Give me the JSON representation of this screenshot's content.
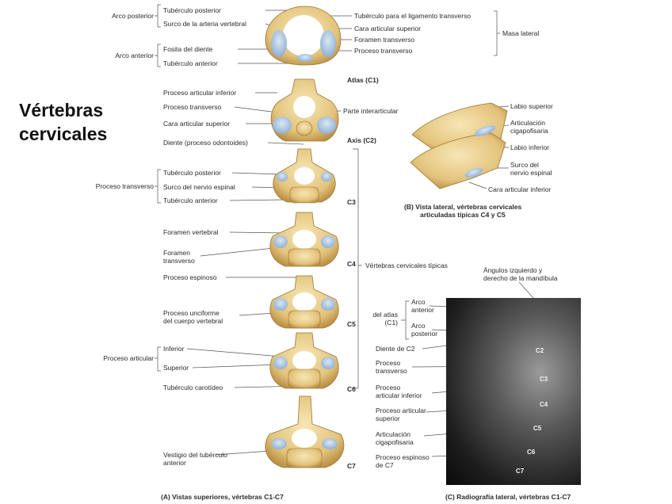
{
  "title_lines": [
    "Vértebras",
    "cervicales"
  ],
  "atlas": {
    "name": "Atlas (C1)",
    "left_groups": [
      "Arco posterior",
      "Arco anterior"
    ],
    "left_labels": [
      "Tubérculo posterior",
      "Surco de la arteria vertebral",
      "Fosita del diente",
      "Tubérculo anterior"
    ],
    "right_labels": [
      "Tubérculo para el ligamento transverso",
      "Cara articular superior",
      "Foramen transverso",
      "Proceso transverso"
    ],
    "right_group": "Masa lateral"
  },
  "axis": {
    "name": "Axis (C2)",
    "left_labels": [
      "Proceso articular inferior",
      "Proceso transverso",
      "Cara articular superior",
      "Diente (proceso odontoides)"
    ],
    "right_label": "Parte interarticular"
  },
  "c3": {
    "name": "C3",
    "group": "Proceso transverso",
    "labels": [
      "Tubérculo posterior",
      "Surco del nervio espinal",
      "Tubérculo anterior"
    ]
  },
  "c4": {
    "name": "C4",
    "labels": [
      "Foramen vertebral",
      "Foramen",
      "transverso",
      "Proceso espinoso"
    ]
  },
  "typical": "Vértebras cervicales típicas",
  "c5": {
    "name": "C5",
    "labels": [
      "Proceso unciforme",
      "del cuerpo vertebral"
    ]
  },
  "c6": {
    "name": "C6",
    "group": "Proceso articular",
    "labels": [
      "Inferior",
      "Superior",
      "Tubérculo carotídeo"
    ]
  },
  "c7": {
    "name": "C7",
    "labels": [
      "Vestigio del tubérculo",
      "anterior"
    ]
  },
  "caption_a": "(A)  Vistas superiores, vértebras C1-C7",
  "lateral": {
    "labels": [
      "Labio superior",
      "Articulación",
      "cigapofisaria",
      "Labio inferior",
      "Surco del",
      "nervio espinal",
      "Cara articular inferior"
    ],
    "caption": [
      "(B)  Vista lateral, vértebras cervicales",
      "articuladas típicas C4 y C5"
    ]
  },
  "xray": {
    "top_labels": [
      "Ángulos izquierdo y",
      "derecho de la mandíbula"
    ],
    "group": [
      "del atlas",
      "(C1)"
    ],
    "group_items": [
      "Arco",
      "anterior",
      "Arco",
      "posterior"
    ],
    "labels": [
      "Diente de C2",
      "Proceso",
      "transverso",
      "Proceso",
      "articular inferior",
      "Proceso articular",
      "superior",
      "Articulación",
      "cigapofisaria",
      "Proceso espinoso",
      "de C7"
    ],
    "vertebrae": [
      "C2",
      "C3",
      "C4",
      "C5",
      "C6",
      "C7"
    ],
    "caption": "(C)  Radiografía lateral, vértebras C1-C7"
  },
  "colors": {
    "bone": "#e9cf8a",
    "bone_dark": "#b98f43",
    "cartilage": "#a9c4e0",
    "line": "#555555"
  }
}
